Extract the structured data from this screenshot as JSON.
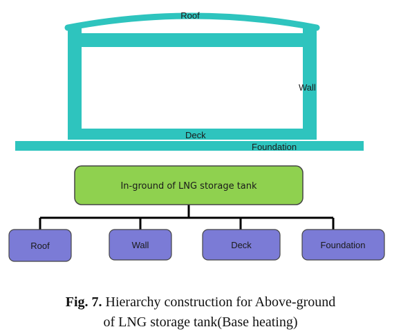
{
  "tank": {
    "labels": {
      "roof": "Roof",
      "wall": "Wall",
      "deck": "Deck",
      "foundation": "Foundation"
    },
    "color": "#2ec4be"
  },
  "hierarchy": {
    "root": {
      "label": "In-ground of LNG storage tank",
      "color": "#8fd14f"
    },
    "children": [
      {
        "label": "Roof"
      },
      {
        "label": "Wall"
      },
      {
        "label": "Deck"
      },
      {
        "label": "Foundation"
      }
    ],
    "child_color": "#7b7bd6"
  },
  "caption": {
    "fig_label": "Fig. 7.",
    "line1": "Hierarchy construction for Above-ground",
    "line2": "of LNG storage tank(Base heating)"
  }
}
